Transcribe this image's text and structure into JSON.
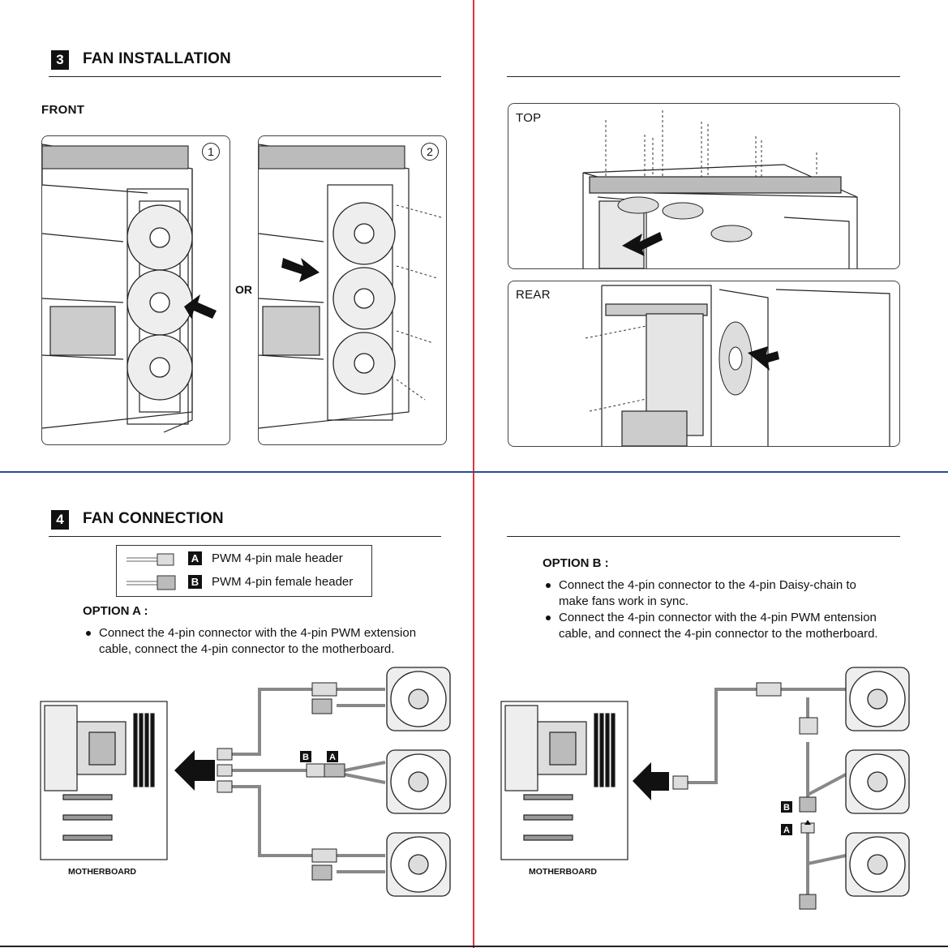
{
  "section3": {
    "number": "3",
    "title": "FAN INSTALLATION"
  },
  "section4": {
    "number": "4",
    "title": "FAN CONNECTION"
  },
  "labels": {
    "front": "FRONT",
    "step1": "1",
    "step2": "2",
    "or": "OR",
    "top": "TOP",
    "rear": "REAR"
  },
  "legend": {
    "a_letter": "A",
    "a_text": "PWM 4-pin male header",
    "b_letter": "B",
    "b_text": "PWM 4-pin female header"
  },
  "optionA": {
    "title": "OPTION A :",
    "line1": "Connect the 4-pin connector with the 4-pin PWM extension",
    "line2": "cable, connect the 4-pin connector to the motherboard."
  },
  "optionB": {
    "title": "OPTION B :",
    "b1_line1": "Connect the 4-pin connector to the 4-pin Daisy-chain to",
    "b1_line2": "make fans work in sync.",
    "b2_line1": "Connect the 4-pin connector with the 4-pin PWM entension",
    "b2_line2": "cable, and connect the 4-pin connector to the motherboard."
  },
  "diagram": {
    "motherboard": "MOTHERBOARD",
    "tag_a": "A",
    "tag_b": "B"
  },
  "colors": {
    "divider_red": "#e0343a",
    "divider_blue": "#2c4a9b"
  }
}
